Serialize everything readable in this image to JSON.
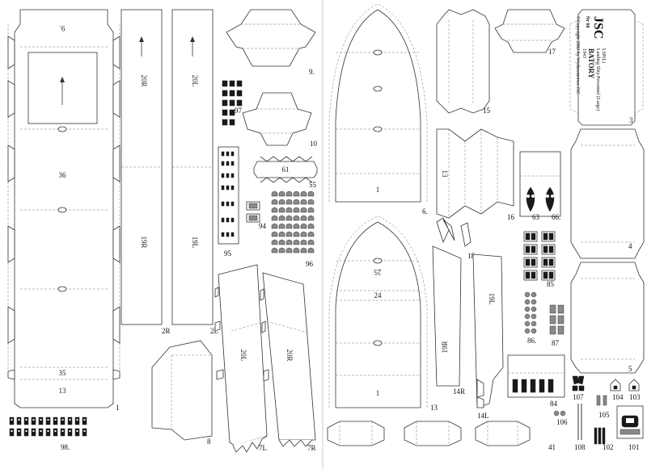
{
  "colors": {
    "background": "#ffffff",
    "line": "#333333",
    "dark": "#1a1a1a"
  },
  "cover": {
    "brand": "JSC",
    "number": "Nr 60",
    "title_code": "LSP(L)",
    "title_line1": "Landing Ship Personnel (Large)",
    "title_line2": "BATORY",
    "year": "1943",
    "copyright": "©Copyright 2002 by Wydawnictwo JSC"
  },
  "labels": {
    "hull_top": "9.",
    "hull_36": "36",
    "hull_35": "35",
    "hull_13": "13",
    "strip_20R": "20R",
    "strip_20L": "20L",
    "strip_19R": "19R",
    "strip_19L": "19L",
    "deck_25": "25",
    "deck_24": "24",
    "deck_1a": "1",
    "deck_1b": "1",
    "side_13": "13",
    "block_61": "61",
    "side_19R": "19R",
    "side_19L": "19L",
    "fin_20L": "20L",
    "fin_20R": "20R"
  },
  "part_numbers": {
    "p1": "1",
    "p2R": "2R",
    "p2L": "2L",
    "p3": "3",
    "p4": "4",
    "p5": "5",
    "p6": "6.",
    "p7L": "7L",
    "p7R": "7R",
    "p8": "8",
    "p9": "9.",
    "p10": "10",
    "p13": "13",
    "p14R": "14R",
    "p14L": "14L",
    "p15": "15",
    "p16": "16",
    "p17": "17",
    "p18": "18",
    "p41": "41",
    "p55": "55",
    "p63": "63",
    "p66": "66.",
    "p84": "84",
    "p85": "85",
    "p86": "86.",
    "p87": "87",
    "p94": "94",
    "p95": "95",
    "p96": "96",
    "p97": "97",
    "p98": "98.",
    "p101": "101",
    "p102": "102",
    "p103": "103",
    "p104": "104",
    "p105": "105",
    "p106": "106",
    "p107": "107",
    "p108": "108"
  }
}
